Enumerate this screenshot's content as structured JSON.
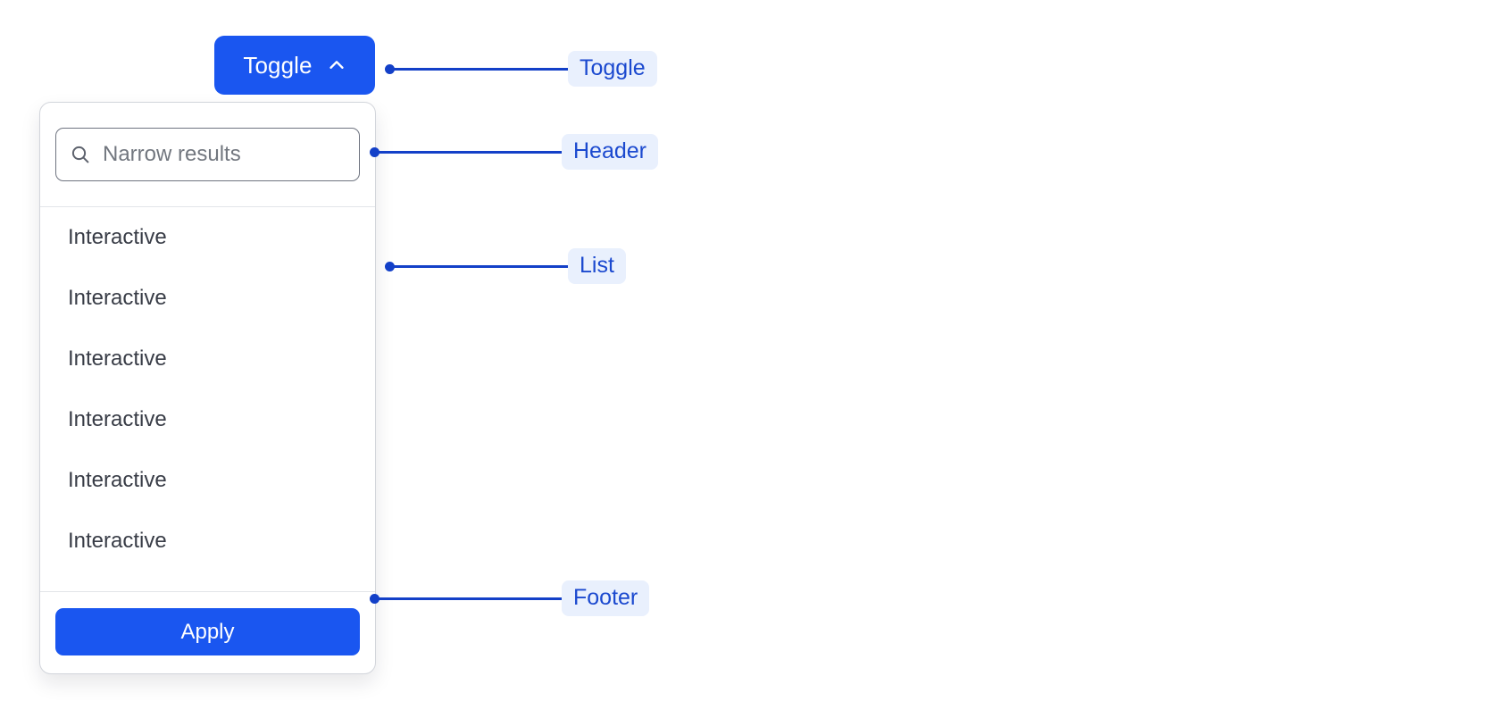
{
  "toggle": {
    "label": "Toggle",
    "icon": "chevron-up-icon",
    "accent_color": "#1a56f0",
    "text_color": "#ffffff",
    "expanded": "true"
  },
  "panel": {
    "header": {
      "search": {
        "icon": "search-icon",
        "placeholder": "Narrow results",
        "value": "",
        "border_color": "#6f7480"
      }
    },
    "list": {
      "items": [
        {
          "label": "Interactive"
        },
        {
          "label": "Interactive"
        },
        {
          "label": "Interactive"
        },
        {
          "label": "Interactive"
        },
        {
          "label": "Interactive"
        },
        {
          "label": "Interactive"
        }
      ]
    },
    "footer": {
      "apply_label": "Apply",
      "accent_color": "#1a56f0"
    },
    "border_color": "#d2d5db",
    "background_color": "#ffffff",
    "divider_color": "#e3e5e9"
  },
  "annotations": {
    "line_color": "#1340c8",
    "badge_background": "#e9f0fd",
    "badge_text_color": "#1b49cf",
    "items": [
      {
        "label": "Toggle"
      },
      {
        "label": "Header"
      },
      {
        "label": "List"
      },
      {
        "label": "Footer"
      }
    ]
  }
}
